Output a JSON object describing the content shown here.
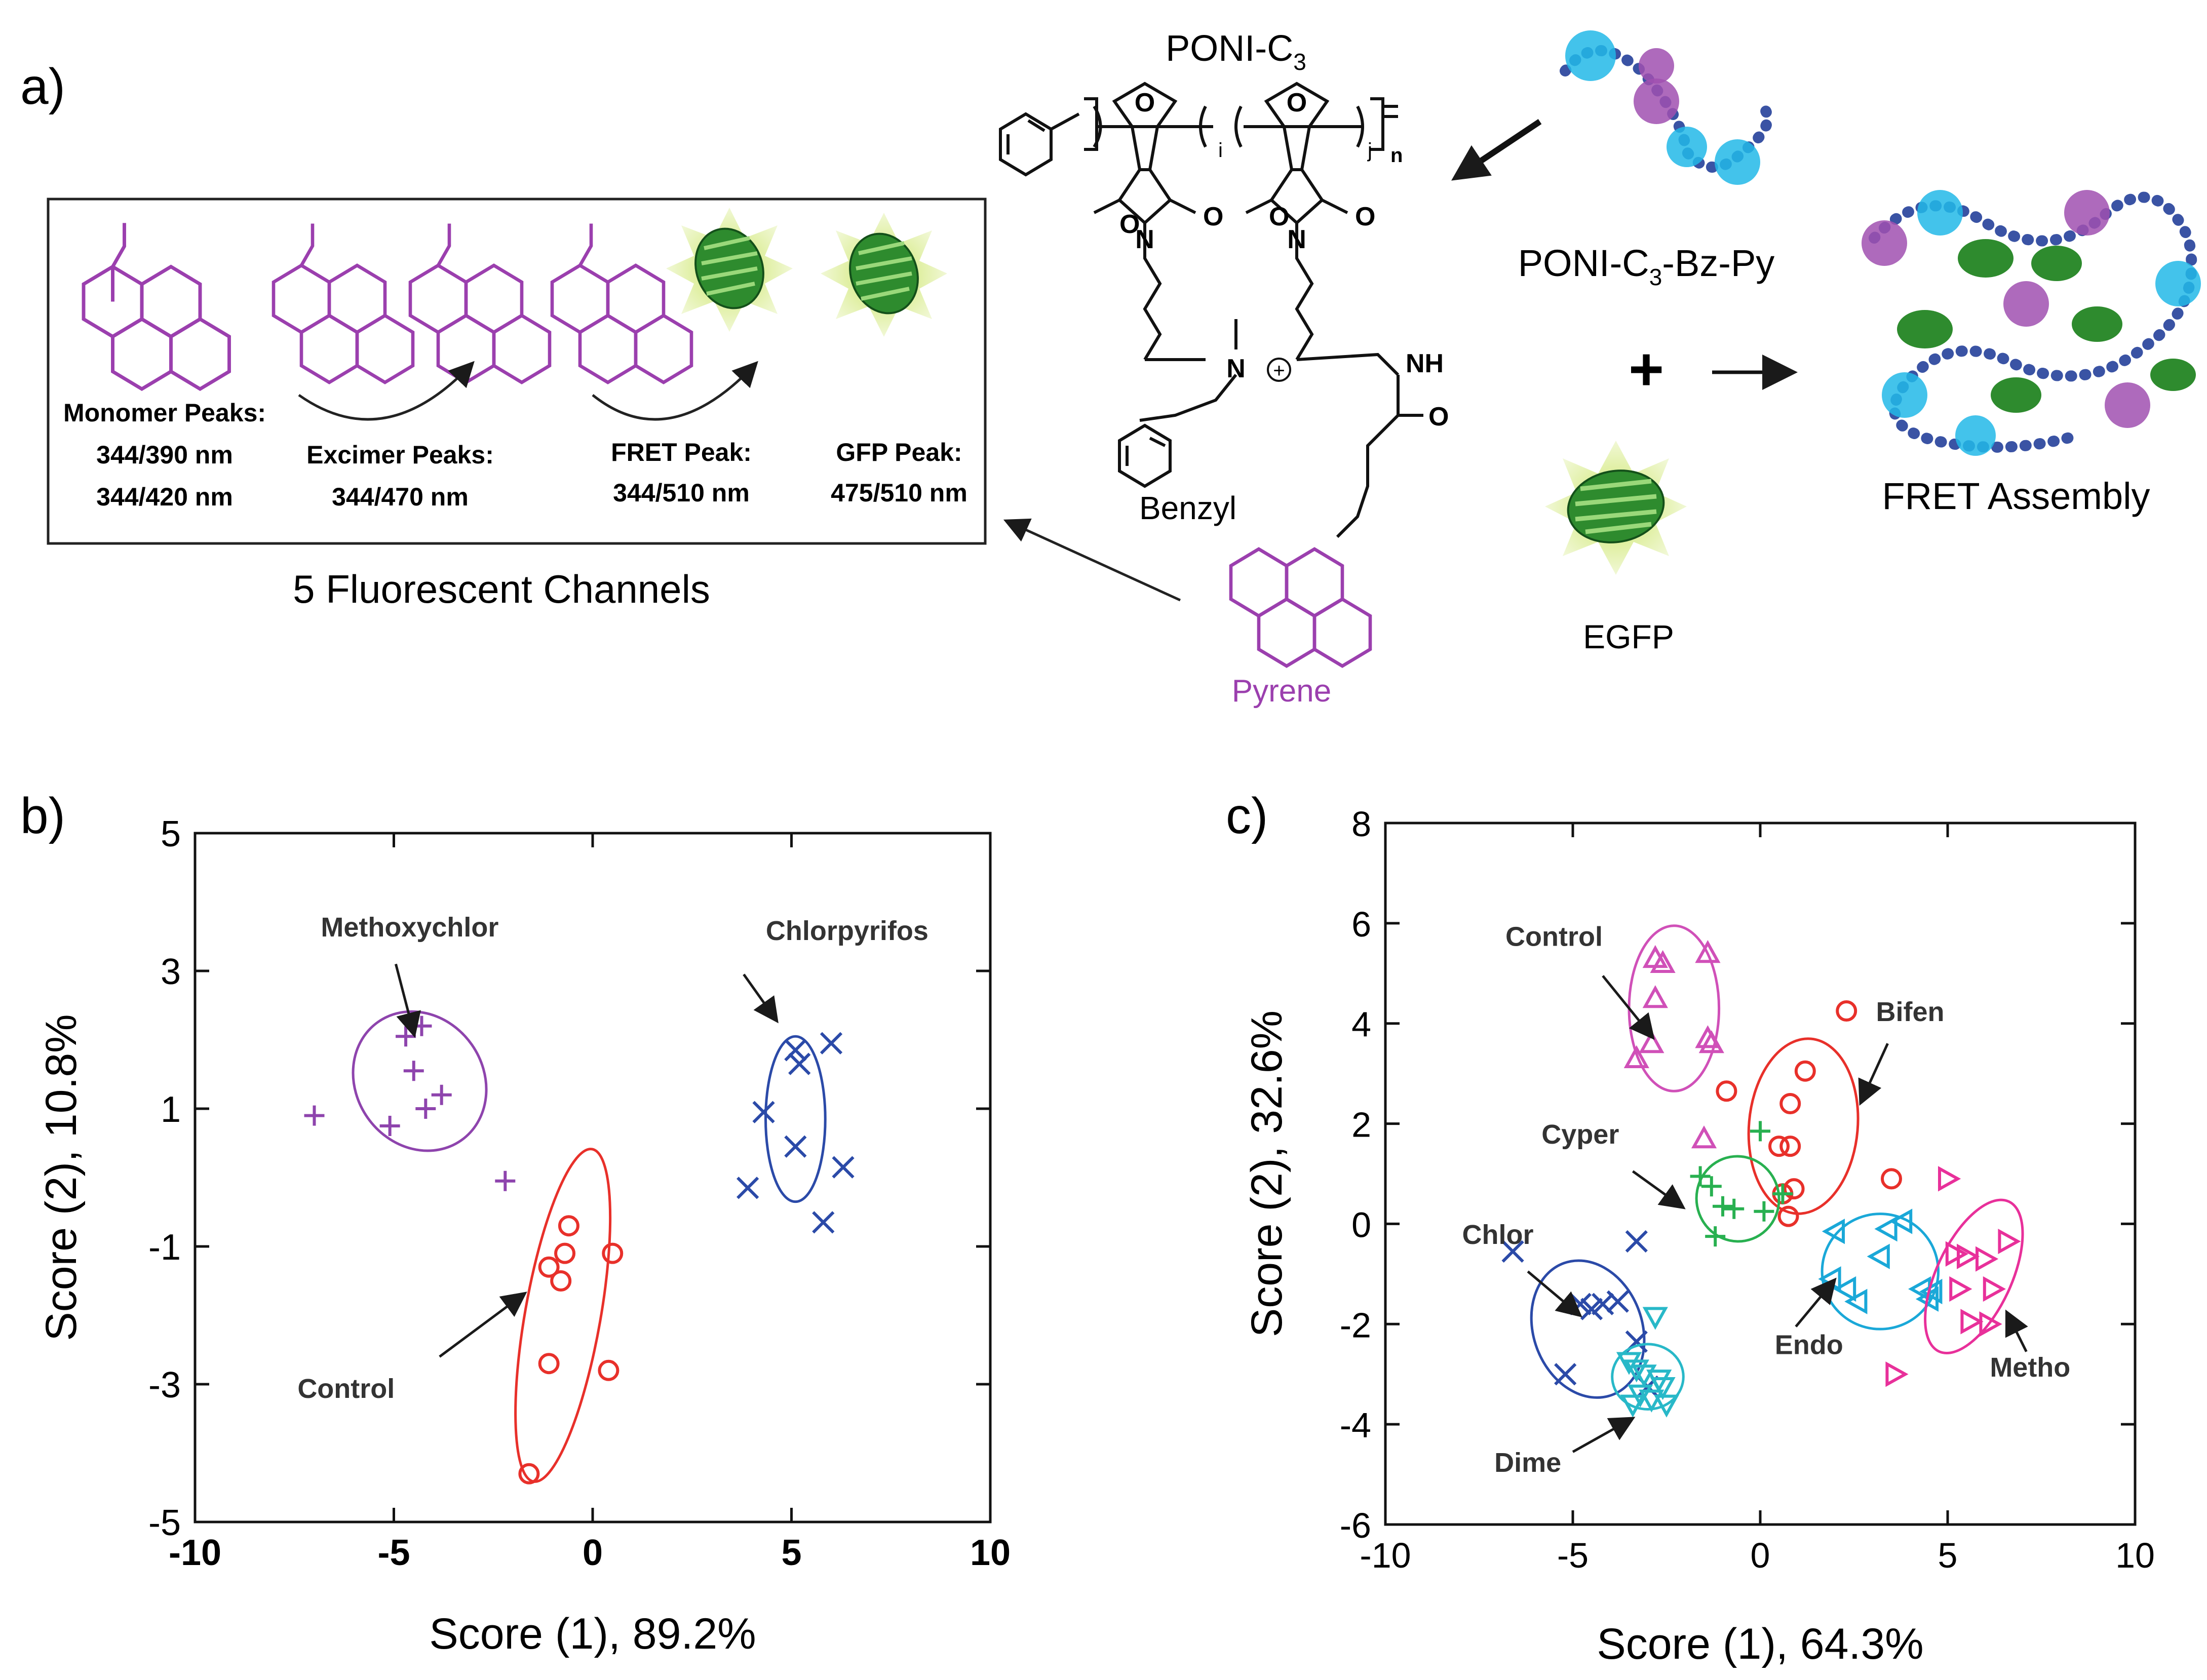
{
  "panel_labels": {
    "a": "a)",
    "b": "b)",
    "c": "c)"
  },
  "schematic": {
    "polymer_title": "PONI-C",
    "polymer_title_tail": "-Bz-Py",
    "polymer_sub": "3",
    "polymer_label": "PONI-C",
    "polymer_label_tail": "-Bz-Py",
    "sub_i": "i",
    "sub_j": "j",
    "sub_n": "n",
    "benzyl": "Benzyl",
    "pyrene": "Pyrene",
    "nh": "NH",
    "o": "O",
    "n": "N",
    "plus_charge": "+",
    "egfp": "EGFP",
    "fret_assembly": "FRET Assembly",
    "plus": "+",
    "channels_caption": "5 Fluorescent Channels",
    "channels": [
      {
        "title": "Monomer Peaks:",
        "line1": "344/390 nm",
        "line2": "344/420 nm"
      },
      {
        "title": "Excimer Peaks:",
        "line1": "344/470 nm",
        "line2": ""
      },
      {
        "title": "FRET Peak:",
        "line1": "344/510 nm",
        "line2": ""
      },
      {
        "title": "GFP Peak:",
        "line1": "475/510 nm",
        "line2": ""
      }
    ],
    "colors": {
      "pyrene": "#9b3fae",
      "gfp": "#2e8b2e",
      "glow": "#b8d64a",
      "polymer": "#3a53a4",
      "spike_cyan": "#22b8e8",
      "spike_purple": "#a050b0"
    }
  },
  "chart_data": [
    {
      "type": "scatter",
      "panel": "b)",
      "xlabel": "Score (1), 89.2%",
      "ylabel": "Score (2), 10.8%",
      "xlim": [
        -10,
        10
      ],
      "ylim": [
        -5,
        5
      ],
      "xticks": [
        -10,
        -5,
        0,
        5,
        10
      ],
      "yticks": [
        -5,
        -3,
        -1,
        1,
        3,
        5
      ],
      "xtick_labels": [
        "-10",
        "-5",
        "0",
        "5",
        "10"
      ],
      "ytick_labels": [
        "-5",
        "-3",
        "-1",
        "1",
        "3",
        "5"
      ],
      "series": [
        {
          "name": "Methoxychlor",
          "marker": "plus",
          "color": "#8e44ad",
          "points": [
            [
              -4.7,
              2.05
            ],
            [
              -4.3,
              2.2
            ],
            [
              -4.5,
              1.55
            ],
            [
              -3.8,
              1.2
            ],
            [
              -4.2,
              1.0
            ],
            [
              -5.1,
              0.75
            ],
            [
              -7.0,
              0.9
            ],
            [
              -2.2,
              -0.05
            ]
          ],
          "ellipse": {
            "cx": -4.35,
            "cy": 1.4,
            "rx": 1.6,
            "ry": 1.05,
            "angle": -35
          },
          "label": "Methoxychlor",
          "label_at": [
            -4.6,
            3.5
          ],
          "arrow_from": [
            -4.95,
            3.1
          ],
          "arrow_to": [
            -4.5,
            2.1
          ]
        },
        {
          "name": "Chlorpyrifos",
          "marker": "x",
          "color": "#2b4aa8",
          "points": [
            [
              5.1,
              1.85
            ],
            [
              5.2,
              1.65
            ],
            [
              6.0,
              1.95
            ],
            [
              4.3,
              0.95
            ],
            [
              5.1,
              0.45
            ],
            [
              6.3,
              0.15
            ],
            [
              3.9,
              -0.15
            ],
            [
              5.8,
              -0.65
            ]
          ],
          "ellipse": {
            "cx": 5.1,
            "cy": 0.85,
            "rx": 0.75,
            "ry": 1.2,
            "angle": 0
          },
          "label": "Chlorpyrifos",
          "label_at": [
            6.4,
            3.45
          ],
          "arrow_from": [
            3.8,
            2.95
          ],
          "arrow_to": [
            4.6,
            2.3
          ]
        },
        {
          "name": "Control",
          "marker": "circle",
          "color": "#e8302a",
          "points": [
            [
              -0.6,
              -0.7
            ],
            [
              -0.7,
              -1.1
            ],
            [
              -1.1,
              -1.3
            ],
            [
              -0.8,
              -1.5
            ],
            [
              0.5,
              -1.1
            ],
            [
              -1.1,
              -2.7
            ],
            [
              0.4,
              -2.8
            ],
            [
              -1.6,
              -4.3
            ]
          ],
          "ellipse": {
            "cx": -0.75,
            "cy": -2.0,
            "rx": 0.95,
            "ry": 2.45,
            "angle": 10
          },
          "label": "Control",
          "label_at": [
            -6.2,
            -3.2
          ],
          "arrow_from": [
            -3.85,
            -2.6
          ],
          "arrow_to": [
            -1.75,
            -1.7
          ]
        }
      ]
    },
    {
      "type": "scatter",
      "panel": "c)",
      "xlabel": "Score (1), 64.3%",
      "ylabel": "Score (2), 32.6%",
      "xlim": [
        -10,
        10
      ],
      "ylim": [
        -6,
        8
      ],
      "xticks": [
        -10,
        -5,
        0,
        5,
        10
      ],
      "yticks": [
        -6,
        -4,
        -2,
        0,
        2,
        4,
        6,
        8
      ],
      "xtick_labels": [
        "-10",
        "-5",
        "0",
        "5",
        "10"
      ],
      "ytick_labels": [
        "-6",
        "-4",
        "-2",
        "0",
        "2",
        "4",
        "6",
        "8"
      ],
      "series": [
        {
          "name": "Control",
          "marker": "tri-up",
          "color": "#d050b8",
          "points": [
            [
              -2.8,
              5.3
            ],
            [
              -2.6,
              5.2
            ],
            [
              -1.4,
              5.4
            ],
            [
              -2.8,
              4.5
            ],
            [
              -2.9,
              3.6
            ],
            [
              -3.3,
              3.3
            ],
            [
              -1.4,
              3.7
            ],
            [
              -1.3,
              3.6
            ],
            [
              -1.5,
              1.7
            ]
          ],
          "ellipse": {
            "cx": -2.3,
            "cy": 4.3,
            "rx": 1.2,
            "ry": 1.65,
            "angle": 0
          },
          "label": "Control",
          "label_at": [
            -5.5,
            5.55
          ],
          "arrow_from": [
            -4.2,
            4.95
          ],
          "arrow_to": [
            -2.9,
            3.75
          ]
        },
        {
          "name": "Bifen",
          "marker": "circle",
          "color": "#e8302a",
          "points": [
            [
              2.3,
              4.25
            ],
            [
              -0.9,
              2.65
            ],
            [
              1.2,
              3.05
            ],
            [
              0.8,
              2.4
            ],
            [
              0.5,
              1.55
            ],
            [
              0.8,
              1.55
            ],
            [
              0.6,
              0.6
            ],
            [
              0.9,
              0.7
            ],
            [
              0.75,
              0.15
            ],
            [
              3.5,
              0.9
            ]
          ],
          "ellipse": {
            "cx": 1.15,
            "cy": 1.95,
            "rx": 1.45,
            "ry": 1.75,
            "angle": 5
          },
          "label": "Bifen",
          "label_at": [
            4.0,
            4.05
          ],
          "arrow_from": [
            3.4,
            3.6
          ],
          "arrow_to": [
            2.7,
            2.45
          ]
        },
        {
          "name": "Cyper",
          "marker": "plus",
          "color": "#28b050",
          "points": [
            [
              0.0,
              1.85
            ],
            [
              -1.6,
              0.95
            ],
            [
              -1.3,
              0.75
            ],
            [
              0.6,
              0.6
            ],
            [
              -1.0,
              0.35
            ],
            [
              -0.7,
              0.3
            ],
            [
              0.1,
              0.25
            ],
            [
              -1.2,
              -0.25
            ]
          ],
          "ellipse": {
            "cx": -0.6,
            "cy": 0.5,
            "rx": 1.1,
            "ry": 0.85,
            "angle": -10
          },
          "label": "Cyper",
          "label_at": [
            -4.8,
            1.6
          ],
          "arrow_from": [
            -3.4,
            1.05
          ],
          "arrow_to": [
            -2.1,
            0.35
          ]
        },
        {
          "name": "Chlor",
          "marker": "x",
          "color": "#2b4aa8",
          "points": [
            [
              -6.6,
              -0.55
            ],
            [
              -3.3,
              -0.35
            ],
            [
              -4.8,
              -1.6
            ],
            [
              -4.5,
              -1.7
            ],
            [
              -4.2,
              -1.6
            ],
            [
              -3.8,
              -1.55
            ],
            [
              -3.3,
              -2.35
            ],
            [
              -5.2,
              -3.0
            ],
            [
              -3.0,
              -3.25
            ]
          ],
          "ellipse": {
            "cx": -4.6,
            "cy": -2.1,
            "rx": 1.45,
            "ry": 1.4,
            "angle": -20
          },
          "label": "Chlor",
          "label_at": [
            -7.0,
            -0.4
          ],
          "arrow_from": [
            -6.2,
            -0.95
          ],
          "arrow_to": [
            -4.85,
            -1.8
          ]
        },
        {
          "name": "Dime",
          "marker": "tri-down",
          "color": "#28b8c8",
          "points": [
            [
              -2.8,
              -1.85
            ],
            [
              -3.5,
              -2.75
            ],
            [
              -3.3,
              -2.9
            ],
            [
              -3.1,
              -3.0
            ],
            [
              -2.7,
              -3.1
            ],
            [
              -2.6,
              -3.25
            ],
            [
              -3.2,
              -3.4
            ],
            [
              -3.4,
              -3.6
            ],
            [
              -2.5,
              -3.6
            ],
            [
              -2.9,
              -3.5
            ]
          ],
          "ellipse": {
            "cx": -3.0,
            "cy": -3.05,
            "rx": 0.95,
            "ry": 0.65,
            "angle": 0
          },
          "label": "Dime",
          "label_at": [
            -6.2,
            -4.95
          ],
          "arrow_from": [
            -5.0,
            -4.55
          ],
          "arrow_to": [
            -3.45,
            -3.9
          ]
        },
        {
          "name": "Endo",
          "marker": "tri-left",
          "color": "#1aa8d8",
          "points": [
            [
              2.0,
              -0.15
            ],
            [
              3.4,
              -0.1
            ],
            [
              3.8,
              0.05
            ],
            [
              3.2,
              -0.65
            ],
            [
              1.9,
              -1.1
            ],
            [
              2.3,
              -1.3
            ],
            [
              2.6,
              -1.55
            ],
            [
              4.3,
              -1.3
            ],
            [
              4.6,
              -1.35
            ],
            [
              4.5,
              -1.5
            ]
          ],
          "ellipse": {
            "cx": 3.2,
            "cy": -0.95,
            "rx": 1.55,
            "ry": 1.15,
            "angle": 0
          },
          "label": "Endo",
          "label_at": [
            1.3,
            -2.6
          ],
          "arrow_from": [
            0.95,
            -2.05
          ],
          "arrow_to": [
            1.95,
            -1.15
          ]
        },
        {
          "name": "Metho",
          "marker": "tri-right",
          "color": "#e8309a",
          "points": [
            [
              5.0,
              0.9
            ],
            [
              6.6,
              -0.35
            ],
            [
              5.2,
              -0.6
            ],
            [
              5.5,
              -0.65
            ],
            [
              6.0,
              -0.7
            ],
            [
              5.3,
              -1.3
            ],
            [
              6.2,
              -1.3
            ],
            [
              5.6,
              -1.95
            ],
            [
              6.1,
              -2.0
            ],
            [
              3.6,
              -3.0
            ]
          ],
          "ellipse": {
            "cx": 5.7,
            "cy": -1.05,
            "rx": 1.0,
            "ry": 1.65,
            "angle": 25
          },
          "label": "Metho",
          "label_at": [
            7.2,
            -3.05
          ],
          "arrow_from": [
            7.1,
            -2.55
          ],
          "arrow_to": [
            6.6,
            -1.8
          ]
        }
      ]
    }
  ]
}
